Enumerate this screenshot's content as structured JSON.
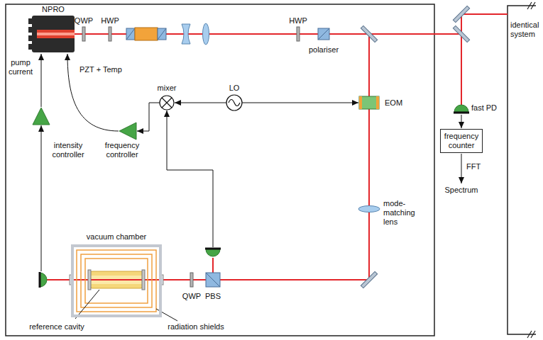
{
  "diagram": {
    "nodes": [
      {
        "text": [
          "frequency counter"
        ]
      },
      {
        "text": [
          "vacuum chamber"
        ]
      }
    ],
    "labels": [
      "NPRO",
      "QWP",
      "HWP",
      "HWP",
      "polariser",
      "pump current",
      "PZT + Temp",
      "mixer",
      "LO",
      "EOM",
      "frequency controller",
      "intensity controller",
      "mode-matching lens",
      "reference cavity",
      "radiation shields",
      "QWP",
      "PBS",
      "fast PD",
      "FFT",
      "Spectrum",
      "identical system"
    ]
  }
}
